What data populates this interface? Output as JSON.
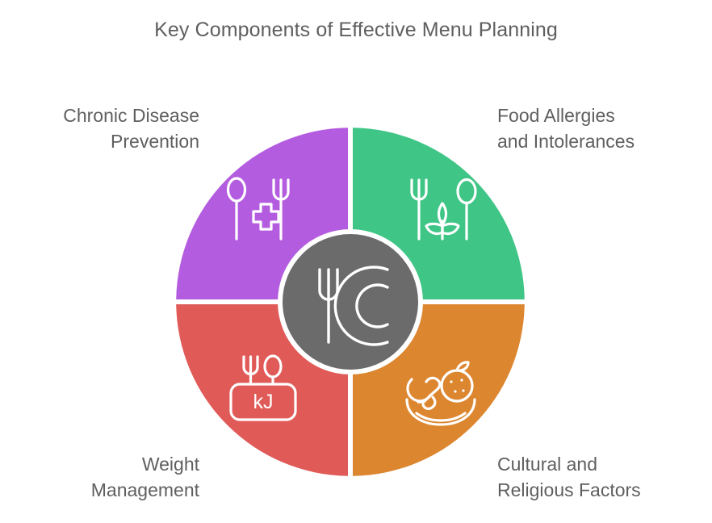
{
  "title": "Key Components of Effective Menu Planning",
  "colors": {
    "background": "#ffffff",
    "text": "#5f5f5f",
    "hub": "#6b6b6b",
    "separator": "#ffffff",
    "icon_stroke": "#ffffff",
    "quadrant_top_left": "#b45ce0",
    "quadrant_top_right": "#3fc585",
    "quadrant_bottom_left": "#e05a57",
    "quadrant_bottom_right": "#dd8630"
  },
  "hub": {
    "icon_name": "fork-and-plate-icon"
  },
  "quadrants": [
    {
      "id": "chronic-disease-prevention",
      "position": "top-left",
      "color": "#b45ce0",
      "icon_name": "spoon-cross-fork-icon",
      "label_lines": [
        "Chronic Disease",
        "Prevention"
      ],
      "label": "Chronic Disease Prevention"
    },
    {
      "id": "food-allergies-and-intolerances",
      "position": "top-right",
      "color": "#3fc585",
      "icon_name": "fork-wheat-spoon-icon",
      "label_lines": [
        "Food Allergies",
        "and Intolerances"
      ],
      "label": "Food Allergies and Intolerances"
    },
    {
      "id": "weight-management",
      "position": "bottom-left",
      "color": "#e05a57",
      "icon_name": "kilojoule-cutlery-icon",
      "icon_text": "kJ",
      "label_lines": [
        "Weight",
        "Management"
      ],
      "label": "Weight Management"
    },
    {
      "id": "cultural-and-religious-factors",
      "position": "bottom-right",
      "color": "#dd8630",
      "icon_name": "bowl-with-food-icon",
      "label_lines": [
        "Cultural and",
        "Religious Factors"
      ],
      "label": "Cultural and Religious Factors"
    }
  ],
  "chart_data": {
    "type": "pie",
    "title": "Key Components of Effective Menu Planning",
    "categories": [
      "Chronic Disease Prevention",
      "Food Allergies and Intolerances",
      "Cultural and Religious Factors",
      "Weight Management"
    ],
    "values": [
      25,
      25,
      25,
      25
    ],
    "colors": [
      "#b45ce0",
      "#3fc585",
      "#dd8630",
      "#e05a57"
    ],
    "legend": "none",
    "grid": false,
    "donut": true,
    "xlabel": "",
    "ylabel": ""
  }
}
